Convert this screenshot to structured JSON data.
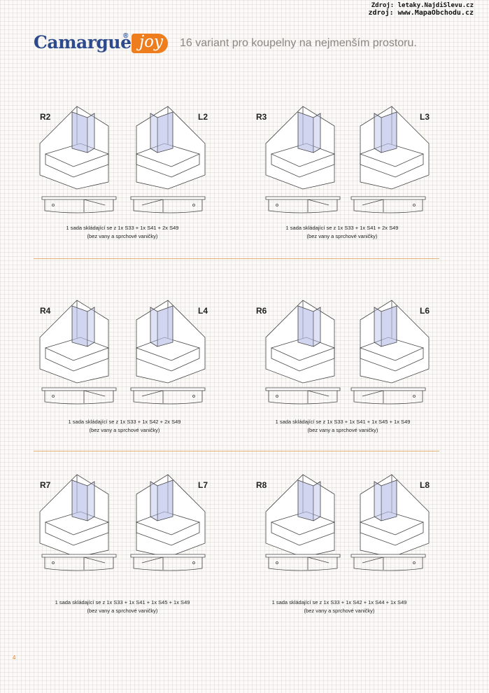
{
  "sources": [
    "Zdroj: letaky.NajdiSlevu.cz",
    "zdroj: www.MapaObchodu.cz"
  ],
  "brand": {
    "name": "Camargue",
    "reg": "®",
    "sub": "joy"
  },
  "tagline": "16 variant pro koupelny na nejmenším prostoru.",
  "page_number": "4",
  "colors": {
    "brand_blue": "#2d4a8c",
    "accent_orange": "#ee7d1e",
    "glass": "#b8bfe6"
  },
  "sections": [
    {
      "labels": [
        "R2",
        "L2"
      ],
      "caption": [
        "1 sada skládající se z 1x S33 + 1x S41 + 2x S49",
        "(bez vany a sprchové vaničky)"
      ]
    },
    {
      "labels": [
        "R3",
        "L3"
      ],
      "caption": [
        "1 sada skládající se z  1x S33 + 1x S41 + 2x S49",
        "(bez vany a sprchové vaničky)"
      ]
    },
    {
      "labels": [
        "R4",
        "L4"
      ],
      "caption": [
        "1 sada skládající se z 1x S33 + 1x S42 + 2x S49",
        "(bez vany a sprchové vaničky)"
      ]
    },
    {
      "labels": [
        "R6",
        "L6"
      ],
      "caption": [
        "1 sada skládající se z 1x S33 + 1x S41 + 1x S45 + 1x S49",
        "(bez vany a sprchové vaničky)"
      ]
    },
    {
      "labels": [
        "R7",
        "L7"
      ],
      "caption": [
        "1 sada skládající se z 1x S33 + 1x S41 + 1x S45 + 1x S49",
        "(bez vany a sprchové vaničky)"
      ]
    },
    {
      "labels": [
        "R8",
        "L8"
      ],
      "caption": [
        "1 sada skládající se z 1x S33 + 1x S42 + 1x S44 + 1x S49",
        "(bez vany a sprchové vaničky)"
      ]
    }
  ]
}
